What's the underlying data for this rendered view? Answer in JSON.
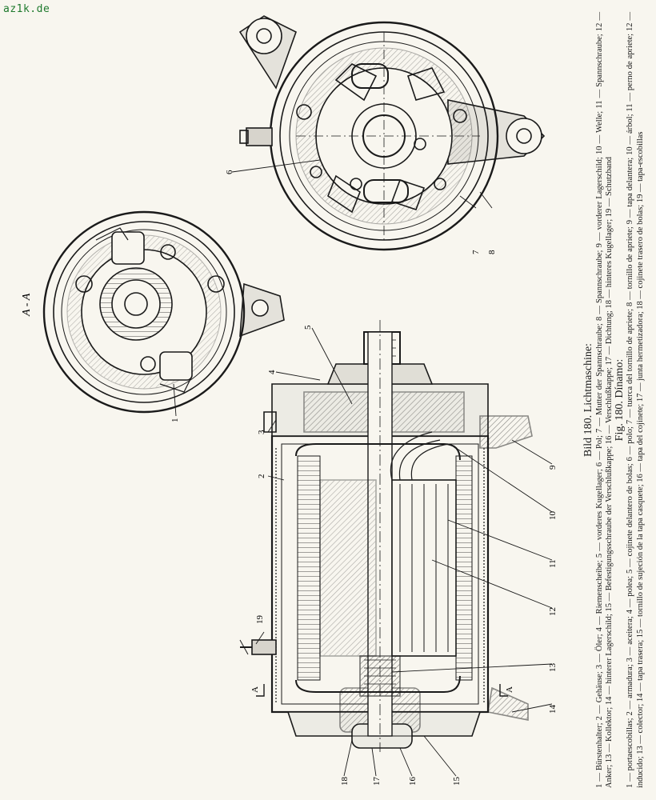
{
  "watermark": "az1k.de",
  "section_label": "A - A",
  "section_marks": [
    "A",
    "A"
  ],
  "callout_numbers": [
    "1",
    "2",
    "3",
    "4",
    "5",
    "6",
    "7",
    "8",
    "9",
    "10",
    "11",
    "12",
    "13",
    "14",
    "15",
    "16",
    "17",
    "18",
    "19"
  ],
  "caption": {
    "de_title": "Bild 180. Lichtmaschine:",
    "de_text": "1 — Bürstenhalter; 2 — Gehäuse; 3 — Öler; 4 — Riemenscheibe; 5 — vorderes Kugellager; 6 — Pol; 7 — Mutter der Spannschraube; 8 — Spannschraube; 9 — vorderer Lagerschild; 10 — Welle; 11 — Spannschraube; 12 — Anker; 13 — Kollektor; 14 — hinterer Lagerschild; 15 — Befestigungsschraube der Verschlußkappe; 16 — Verschlußkappe; 17 — Dichtung; 18 — hinteres Kugellager; 19 — Schutzband",
    "es_title": "Fig. 180. Dínamo:",
    "es_text": "1 — portaescobillas; 2 — armadura; 3 — aceitera; 4 — polea; 5 — cojinete delantero de bolas; 6 — polo; 7 — tuerca del tornillo de apriete; 8 — tornillo de apriete; 9 — tapa delantera; 10 — árbol; 11 — perno de apriete; 12 — inducido; 13 — colector; 14 — tapa trasera; 15 — tornillo de sujeción de la tapa casquete; 16 — tapa del cojinete; 17 — junta hermetizadora; 18 — cojinete trasero de bolas; 19 — tapa-escobillas"
  },
  "colors": {
    "ink": "#1a1a1a",
    "paper": "#f8f6ef",
    "watermark": "#1f7a2e"
  }
}
